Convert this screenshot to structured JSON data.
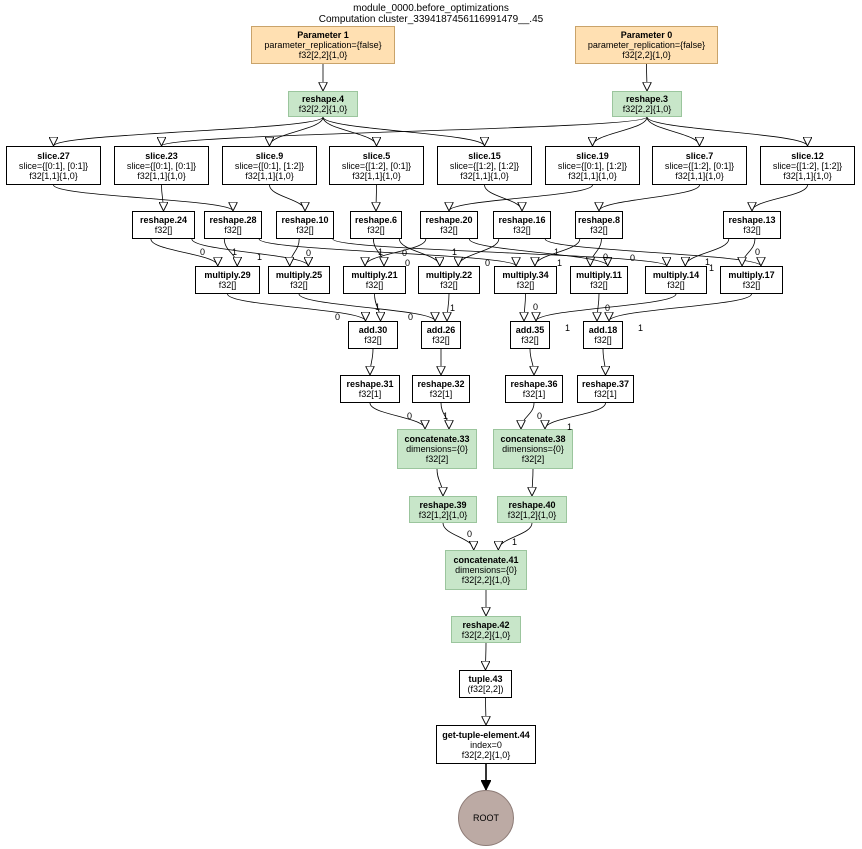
{
  "title": {
    "line1": "module_0000.before_optimizations",
    "line2": "Computation cluster_3394187456116991479__.45"
  },
  "nodes": [
    {
      "id": "param1",
      "title": "Parameter 1",
      "lines": [
        "parameter_replication={false}",
        "f32[2,2]{1,0}"
      ],
      "kind": "param"
    },
    {
      "id": "param0",
      "title": "Parameter 0",
      "lines": [
        "parameter_replication={false}",
        "f32[2,2]{1,0}"
      ],
      "kind": "param"
    },
    {
      "id": "reshape4",
      "title": "reshape.4",
      "lines": [
        "f32[2,2]{1,0}"
      ],
      "kind": "green"
    },
    {
      "id": "reshape3",
      "title": "reshape.3",
      "lines": [
        "f32[2,2]{1,0}"
      ],
      "kind": "green"
    },
    {
      "id": "slice27",
      "title": "slice.27",
      "lines": [
        "slice={[0:1], [0:1]}",
        "f32[1,1]{1,0}"
      ],
      "kind": "plain"
    },
    {
      "id": "slice23",
      "title": "slice.23",
      "lines": [
        "slice={[0:1], [0:1]}",
        "f32[1,1]{1,0}"
      ],
      "kind": "plain"
    },
    {
      "id": "slice9",
      "title": "slice.9",
      "lines": [
        "slice={[0:1], [1:2]}",
        "f32[1,1]{1,0}"
      ],
      "kind": "plain"
    },
    {
      "id": "slice5",
      "title": "slice.5",
      "lines": [
        "slice={[1:2], [0:1]}",
        "f32[1,1]{1,0}"
      ],
      "kind": "plain"
    },
    {
      "id": "slice15",
      "title": "slice.15",
      "lines": [
        "slice={[1:2], [1:2]}",
        "f32[1,1]{1,0}"
      ],
      "kind": "plain"
    },
    {
      "id": "slice19",
      "title": "slice.19",
      "lines": [
        "slice={[0:1], [1:2]}",
        "f32[1,1]{1,0}"
      ],
      "kind": "plain"
    },
    {
      "id": "slice7",
      "title": "slice.7",
      "lines": [
        "slice={[1:2], [0:1]}",
        "f32[1,1]{1,0}"
      ],
      "kind": "plain"
    },
    {
      "id": "slice12",
      "title": "slice.12",
      "lines": [
        "slice={[1:2], [1:2]}",
        "f32[1,1]{1,0}"
      ],
      "kind": "plain"
    },
    {
      "id": "reshape24",
      "title": "reshape.24",
      "lines": [
        "f32[]"
      ],
      "kind": "plain"
    },
    {
      "id": "reshape28",
      "title": "reshape.28",
      "lines": [
        "f32[]"
      ],
      "kind": "plain"
    },
    {
      "id": "reshape10",
      "title": "reshape.10",
      "lines": [
        "f32[]"
      ],
      "kind": "plain"
    },
    {
      "id": "reshape6",
      "title": "reshape.6",
      "lines": [
        "f32[]"
      ],
      "kind": "plain"
    },
    {
      "id": "reshape20",
      "title": "reshape.20",
      "lines": [
        "f32[]"
      ],
      "kind": "plain"
    },
    {
      "id": "reshape16",
      "title": "reshape.16",
      "lines": [
        "f32[]"
      ],
      "kind": "plain"
    },
    {
      "id": "reshape8",
      "title": "reshape.8",
      "lines": [
        "f32[]"
      ],
      "kind": "plain"
    },
    {
      "id": "reshape13",
      "title": "reshape.13",
      "lines": [
        "f32[]"
      ],
      "kind": "plain"
    },
    {
      "id": "multiply29",
      "title": "multiply.29",
      "lines": [
        "f32[]"
      ],
      "kind": "plain"
    },
    {
      "id": "multiply25",
      "title": "multiply.25",
      "lines": [
        "f32[]"
      ],
      "kind": "plain"
    },
    {
      "id": "multiply21",
      "title": "multiply.21",
      "lines": [
        "f32[]"
      ],
      "kind": "plain"
    },
    {
      "id": "multiply22",
      "title": "multiply.22",
      "lines": [
        "f32[]"
      ],
      "kind": "plain"
    },
    {
      "id": "multiply34",
      "title": "multiply.34",
      "lines": [
        "f32[]"
      ],
      "kind": "plain"
    },
    {
      "id": "multiply11",
      "title": "multiply.11",
      "lines": [
        "f32[]"
      ],
      "kind": "plain"
    },
    {
      "id": "multiply14",
      "title": "multiply.14",
      "lines": [
        "f32[]"
      ],
      "kind": "plain"
    },
    {
      "id": "multiply17",
      "title": "multiply.17",
      "lines": [
        "f32[]"
      ],
      "kind": "plain"
    },
    {
      "id": "add30",
      "title": "add.30",
      "lines": [
        "f32[]"
      ],
      "kind": "plain"
    },
    {
      "id": "add26",
      "title": "add.26",
      "lines": [
        "f32[]"
      ],
      "kind": "plain"
    },
    {
      "id": "add35",
      "title": "add.35",
      "lines": [
        "f32[]"
      ],
      "kind": "plain"
    },
    {
      "id": "add18",
      "title": "add.18",
      "lines": [
        "f32[]"
      ],
      "kind": "plain"
    },
    {
      "id": "reshape31",
      "title": "reshape.31",
      "lines": [
        "f32[1]"
      ],
      "kind": "plain"
    },
    {
      "id": "reshape32",
      "title": "reshape.32",
      "lines": [
        "f32[1]"
      ],
      "kind": "plain"
    },
    {
      "id": "reshape36",
      "title": "reshape.36",
      "lines": [
        "f32[1]"
      ],
      "kind": "plain"
    },
    {
      "id": "reshape37",
      "title": "reshape.37",
      "lines": [
        "f32[1]"
      ],
      "kind": "plain"
    },
    {
      "id": "concatenate33",
      "title": "concatenate.33",
      "lines": [
        "dimensions={0}",
        "f32[2]"
      ],
      "kind": "green"
    },
    {
      "id": "concatenate38",
      "title": "concatenate.38",
      "lines": [
        "dimensions={0}",
        "f32[2]"
      ],
      "kind": "green"
    },
    {
      "id": "reshape39",
      "title": "reshape.39",
      "lines": [
        "f32[1,2]{1,0}"
      ],
      "kind": "green"
    },
    {
      "id": "reshape40",
      "title": "reshape.40",
      "lines": [
        "f32[1,2]{1,0}"
      ],
      "kind": "green"
    },
    {
      "id": "concatenate41",
      "title": "concatenate.41",
      "lines": [
        "dimensions={0}",
        "f32[2,2]{1,0}"
      ],
      "kind": "green"
    },
    {
      "id": "reshape42",
      "title": "reshape.42",
      "lines": [
        "f32[2,2]{1,0}"
      ],
      "kind": "green"
    },
    {
      "id": "tuple43",
      "title": "tuple.43",
      "lines": [
        "(f32[2,2])"
      ],
      "kind": "plain"
    },
    {
      "id": "gte44",
      "title": "get-tuple-element.44",
      "lines": [
        "index=0",
        "f32[2,2]{1,0}"
      ],
      "kind": "plain"
    },
    {
      "id": "root",
      "title": "",
      "lines": [
        "ROOT"
      ],
      "kind": "root"
    }
  ],
  "edges": [
    {
      "from": "param1",
      "to": "reshape4",
      "label": ""
    },
    {
      "from": "param0",
      "to": "reshape3",
      "label": ""
    },
    {
      "from": "reshape4",
      "to": "slice27",
      "label": ""
    },
    {
      "from": "reshape4",
      "to": "slice9",
      "label": ""
    },
    {
      "from": "reshape4",
      "to": "slice5",
      "label": ""
    },
    {
      "from": "reshape4",
      "to": "slice15",
      "label": ""
    },
    {
      "from": "reshape3",
      "to": "slice23",
      "label": ""
    },
    {
      "from": "reshape3",
      "to": "slice19",
      "label": ""
    },
    {
      "from": "reshape3",
      "to": "slice7",
      "label": ""
    },
    {
      "from": "reshape3",
      "to": "slice12",
      "label": ""
    },
    {
      "from": "slice27",
      "to": "reshape28",
      "label": ""
    },
    {
      "from": "slice23",
      "to": "reshape24",
      "label": ""
    },
    {
      "from": "slice9",
      "to": "reshape10",
      "label": ""
    },
    {
      "from": "slice5",
      "to": "reshape6",
      "label": ""
    },
    {
      "from": "slice15",
      "to": "reshape16",
      "label": ""
    },
    {
      "from": "slice19",
      "to": "reshape20",
      "label": ""
    },
    {
      "from": "slice7",
      "to": "reshape8",
      "label": ""
    },
    {
      "from": "slice12",
      "to": "reshape13",
      "label": ""
    },
    {
      "from": "reshape24",
      "to": "multiply29",
      "label": "0"
    },
    {
      "from": "reshape28",
      "to": "multiply29",
      "label": "1"
    },
    {
      "from": "reshape24",
      "to": "multiply25",
      "label": "1"
    },
    {
      "from": "reshape10",
      "to": "multiply25",
      "label": "0"
    },
    {
      "from": "reshape6",
      "to": "multiply21",
      "label": "1"
    },
    {
      "from": "reshape20",
      "to": "multiply21",
      "label": "0"
    },
    {
      "from": "reshape6",
      "to": "multiply22",
      "label": "0"
    },
    {
      "from": "reshape16",
      "to": "multiply22",
      "label": "1"
    },
    {
      "from": "reshape28",
      "to": "multiply34",
      "label": "0"
    },
    {
      "from": "reshape8",
      "to": "multiply34",
      "label": "1"
    },
    {
      "from": "reshape8",
      "to": "multiply11",
      "label": "0"
    },
    {
      "from": "reshape20",
      "to": "multiply11",
      "label": "1"
    },
    {
      "from": "reshape10",
      "to": "multiply14",
      "label": "0"
    },
    {
      "from": "reshape13",
      "to": "multiply14",
      "label": "1"
    },
    {
      "from": "reshape16",
      "to": "multiply17",
      "label": "1"
    },
    {
      "from": "reshape13",
      "to": "multiply17",
      "label": "0"
    },
    {
      "from": "multiply29",
      "to": "add30",
      "label": "0"
    },
    {
      "from": "multiply21",
      "to": "add30",
      "label": "1"
    },
    {
      "from": "multiply25",
      "to": "add26",
      "label": "0"
    },
    {
      "from": "multiply22",
      "to": "add26",
      "label": "1"
    },
    {
      "from": "multiply34",
      "to": "add35",
      "label": "0"
    },
    {
      "from": "multiply14",
      "to": "add35",
      "label": "1"
    },
    {
      "from": "multiply11",
      "to": "add18",
      "label": "0"
    },
    {
      "from": "multiply17",
      "to": "add18",
      "label": "1"
    },
    {
      "from": "add30",
      "to": "reshape31",
      "label": ""
    },
    {
      "from": "add26",
      "to": "reshape32",
      "label": ""
    },
    {
      "from": "add35",
      "to": "reshape36",
      "label": ""
    },
    {
      "from": "add18",
      "to": "reshape37",
      "label": ""
    },
    {
      "from": "reshape31",
      "to": "concatenate33",
      "label": "0"
    },
    {
      "from": "reshape32",
      "to": "concatenate33",
      "label": "1"
    },
    {
      "from": "reshape36",
      "to": "concatenate38",
      "label": "0"
    },
    {
      "from": "reshape37",
      "to": "concatenate38",
      "label": "1"
    },
    {
      "from": "concatenate33",
      "to": "reshape39",
      "label": ""
    },
    {
      "from": "concatenate38",
      "to": "reshape40",
      "label": ""
    },
    {
      "from": "reshape39",
      "to": "concatenate41",
      "label": "0"
    },
    {
      "from": "reshape40",
      "to": "concatenate41",
      "label": "1"
    },
    {
      "from": "concatenate41",
      "to": "reshape42",
      "label": ""
    },
    {
      "from": "reshape42",
      "to": "tuple43",
      "label": ""
    },
    {
      "from": "tuple43",
      "to": "gte44",
      "label": ""
    },
    {
      "from": "gte44",
      "to": "root",
      "label": "",
      "bold": true
    }
  ]
}
